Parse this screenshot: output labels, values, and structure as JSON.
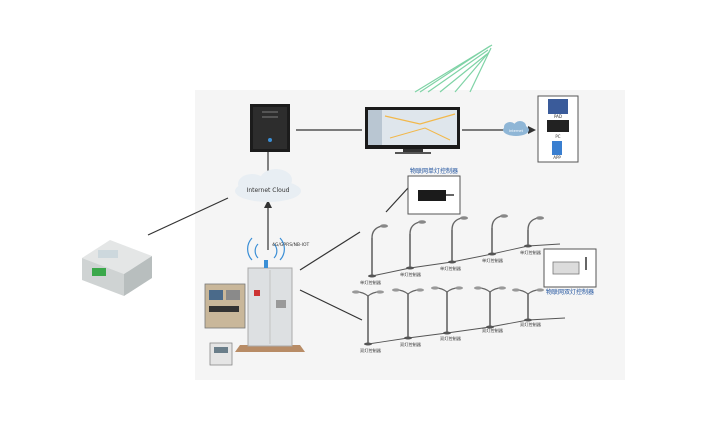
{
  "cloud": {
    "label": "Internet Cloud"
  },
  "small_cloud": {
    "label": "Internet"
  },
  "link_protocol": "4G/GPRS/NB-IOT",
  "controllers": {
    "single": "物联网单灯控制器",
    "double": "物联网双灯控制器"
  },
  "devices": {
    "pad": "PAD",
    "pc": "PC",
    "app": "APP"
  },
  "row_top_labels": [
    "单灯控制器",
    "单灯控制器",
    "单灯控制器",
    "单灯控制器",
    "单灯控制器"
  ],
  "row_bottom_labels": [
    "双灯控制器",
    "双灯控制器",
    "双灯控制器",
    "双灯控制器",
    "双灯控制器"
  ]
}
